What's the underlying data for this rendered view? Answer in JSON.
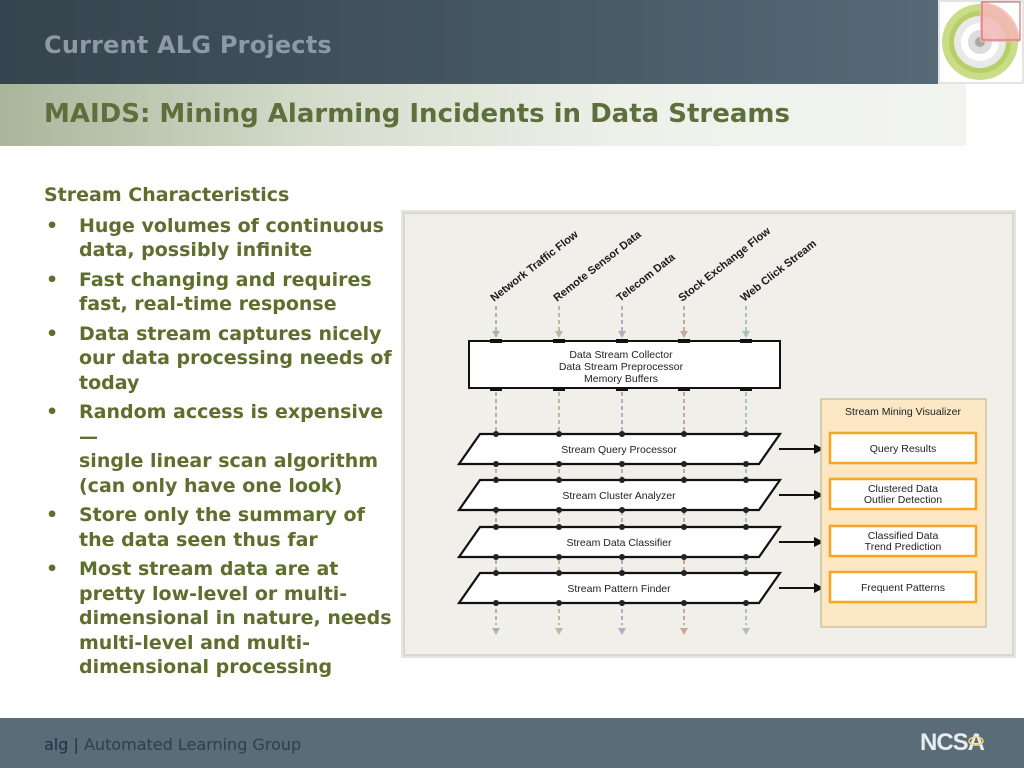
{
  "header": {
    "section_title": "Current ALG Projects",
    "slide_title": "MAIDS: Mining Alarming Incidents in Data Streams"
  },
  "content": {
    "heading": "Stream Characteristics",
    "bullet_symbol": "•",
    "bullets": [
      {
        "lines": [
          "Huge volumes of continuous",
          "data, possibly infinite"
        ]
      },
      {
        "lines": [
          "Fast changing and requires",
          "fast, real-time response"
        ]
      },
      {
        "lines": [
          "Data stream captures nicely",
          "our data processing needs of",
          "today"
        ]
      },
      {
        "lines": [
          "Random access is expensive—",
          "single linear scan algorithm",
          "(can only have one look)"
        ]
      },
      {
        "lines": [
          "Store only the summary of",
          "the data seen thus far"
        ]
      },
      {
        "lines": [
          "Most stream data are at",
          "pretty low-level or multi-",
          "dimensional in nature, needs",
          "multi-level and multi-",
          "dimensional processing"
        ]
      }
    ]
  },
  "diagram": {
    "inputs": [
      "Network Traffic Flow",
      "Remote Sensor Data",
      "Telecom Data",
      "Stock Exchange Flow",
      "Web Click Stream"
    ],
    "collector_lines": [
      "Data Stream Collector",
      "Data Stream Preprocessor",
      "Memory Buffers"
    ],
    "processors": [
      "Stream Query Processor",
      "Stream Cluster Analyzer",
      "Stream Data Classifier",
      "Stream Pattern Finder"
    ],
    "visualizer_title": "Stream Mining Visualizer",
    "outputs": [
      {
        "lines": [
          "Query Results"
        ]
      },
      {
        "lines": [
          "Clustered Data",
          "Outlier Detection"
        ]
      },
      {
        "lines": [
          "Classified Data",
          "Trend Prediction"
        ]
      },
      {
        "lines": [
          "Frequent Patterns"
        ]
      }
    ],
    "colors": {
      "arrow_colors": [
        "#aab3b6",
        "#b6bd9c",
        "#b5acc2",
        "#c7a899",
        "#aebfc1"
      ],
      "visualizer_fill": "#fbe7c4",
      "output_border": "#f5a623",
      "background": "#e7e6de"
    }
  },
  "footer": {
    "brand": "alg",
    "separator": "|",
    "group_name": "Automated Learning Group",
    "logo_text": "NCSA"
  }
}
